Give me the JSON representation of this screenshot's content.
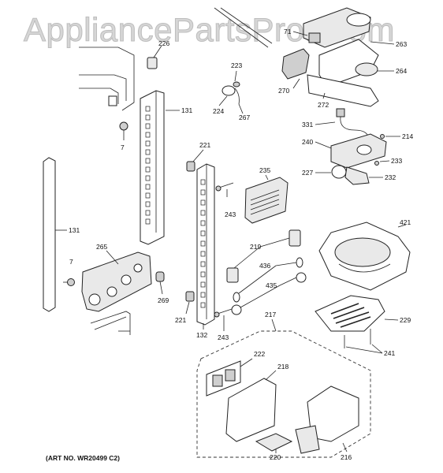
{
  "watermark": "AppliancePartsPros.com",
  "art_number": "(ART NO. WR20499 C2)",
  "callouts": [
    "226",
    "131",
    "7",
    "131",
    "7",
    "265",
    "269",
    "221",
    "221",
    "132",
    "243",
    "243",
    "223",
    "224",
    "267",
    "235",
    "219",
    "436",
    "435",
    "217",
    "222",
    "218",
    "220",
    "216",
    "71",
    "263",
    "264",
    "270",
    "272",
    "331",
    "214",
    "240",
    "233",
    "227",
    "232",
    "421",
    "229",
    "241"
  ]
}
